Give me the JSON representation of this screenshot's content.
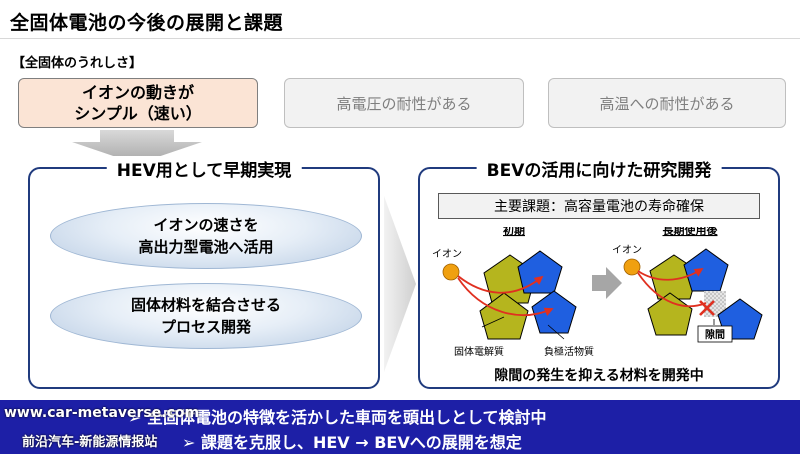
{
  "title": "全固体電池の今後の展開と課題",
  "section_label": "【全固体のうれしさ】",
  "top_boxes": {
    "main_line1": "イオンの動きが",
    "main_line2": "シンプル（速い）",
    "box2": "高電圧の耐性がある",
    "box3": "高温への耐性がある"
  },
  "left_panel": {
    "heading": "HEV用として早期実現",
    "ellipse1_line1": "イオンの速さを",
    "ellipse1_line2": "高出力型電池へ活用",
    "ellipse2_line1": "固体材料を結合させる",
    "ellipse2_line2": "プロセス開発"
  },
  "right_panel": {
    "heading": "BEVの活用に向けた研究開発",
    "task": "主要課題：高容量電池の寿命確保",
    "initial_label": "初期",
    "longterm_label": "長期使用後",
    "ion_label": "イオン",
    "electrolyte_label": "固体電解質",
    "anode_label": "負極活物質",
    "gap_label": "隙間",
    "note": "隙間の発生を抑える材料を開発中"
  },
  "banner": {
    "line1": "全固体電池の特徴を活かした車両を頭出しとして検討中",
    "line2": "課題を克服し、HEV → BEVへの展開を想定"
  },
  "watermark": {
    "url": "www.car-metaverse.com",
    "site": "前沿汽车-新能源情报站"
  },
  "colors": {
    "navy": "#203b7e",
    "banner": "#1d1fa6",
    "pink": "#fbe4d5",
    "olive": "#b5b51e",
    "blue": "#1f5fe0",
    "ion": "#f0a010",
    "red": "#e03020"
  }
}
